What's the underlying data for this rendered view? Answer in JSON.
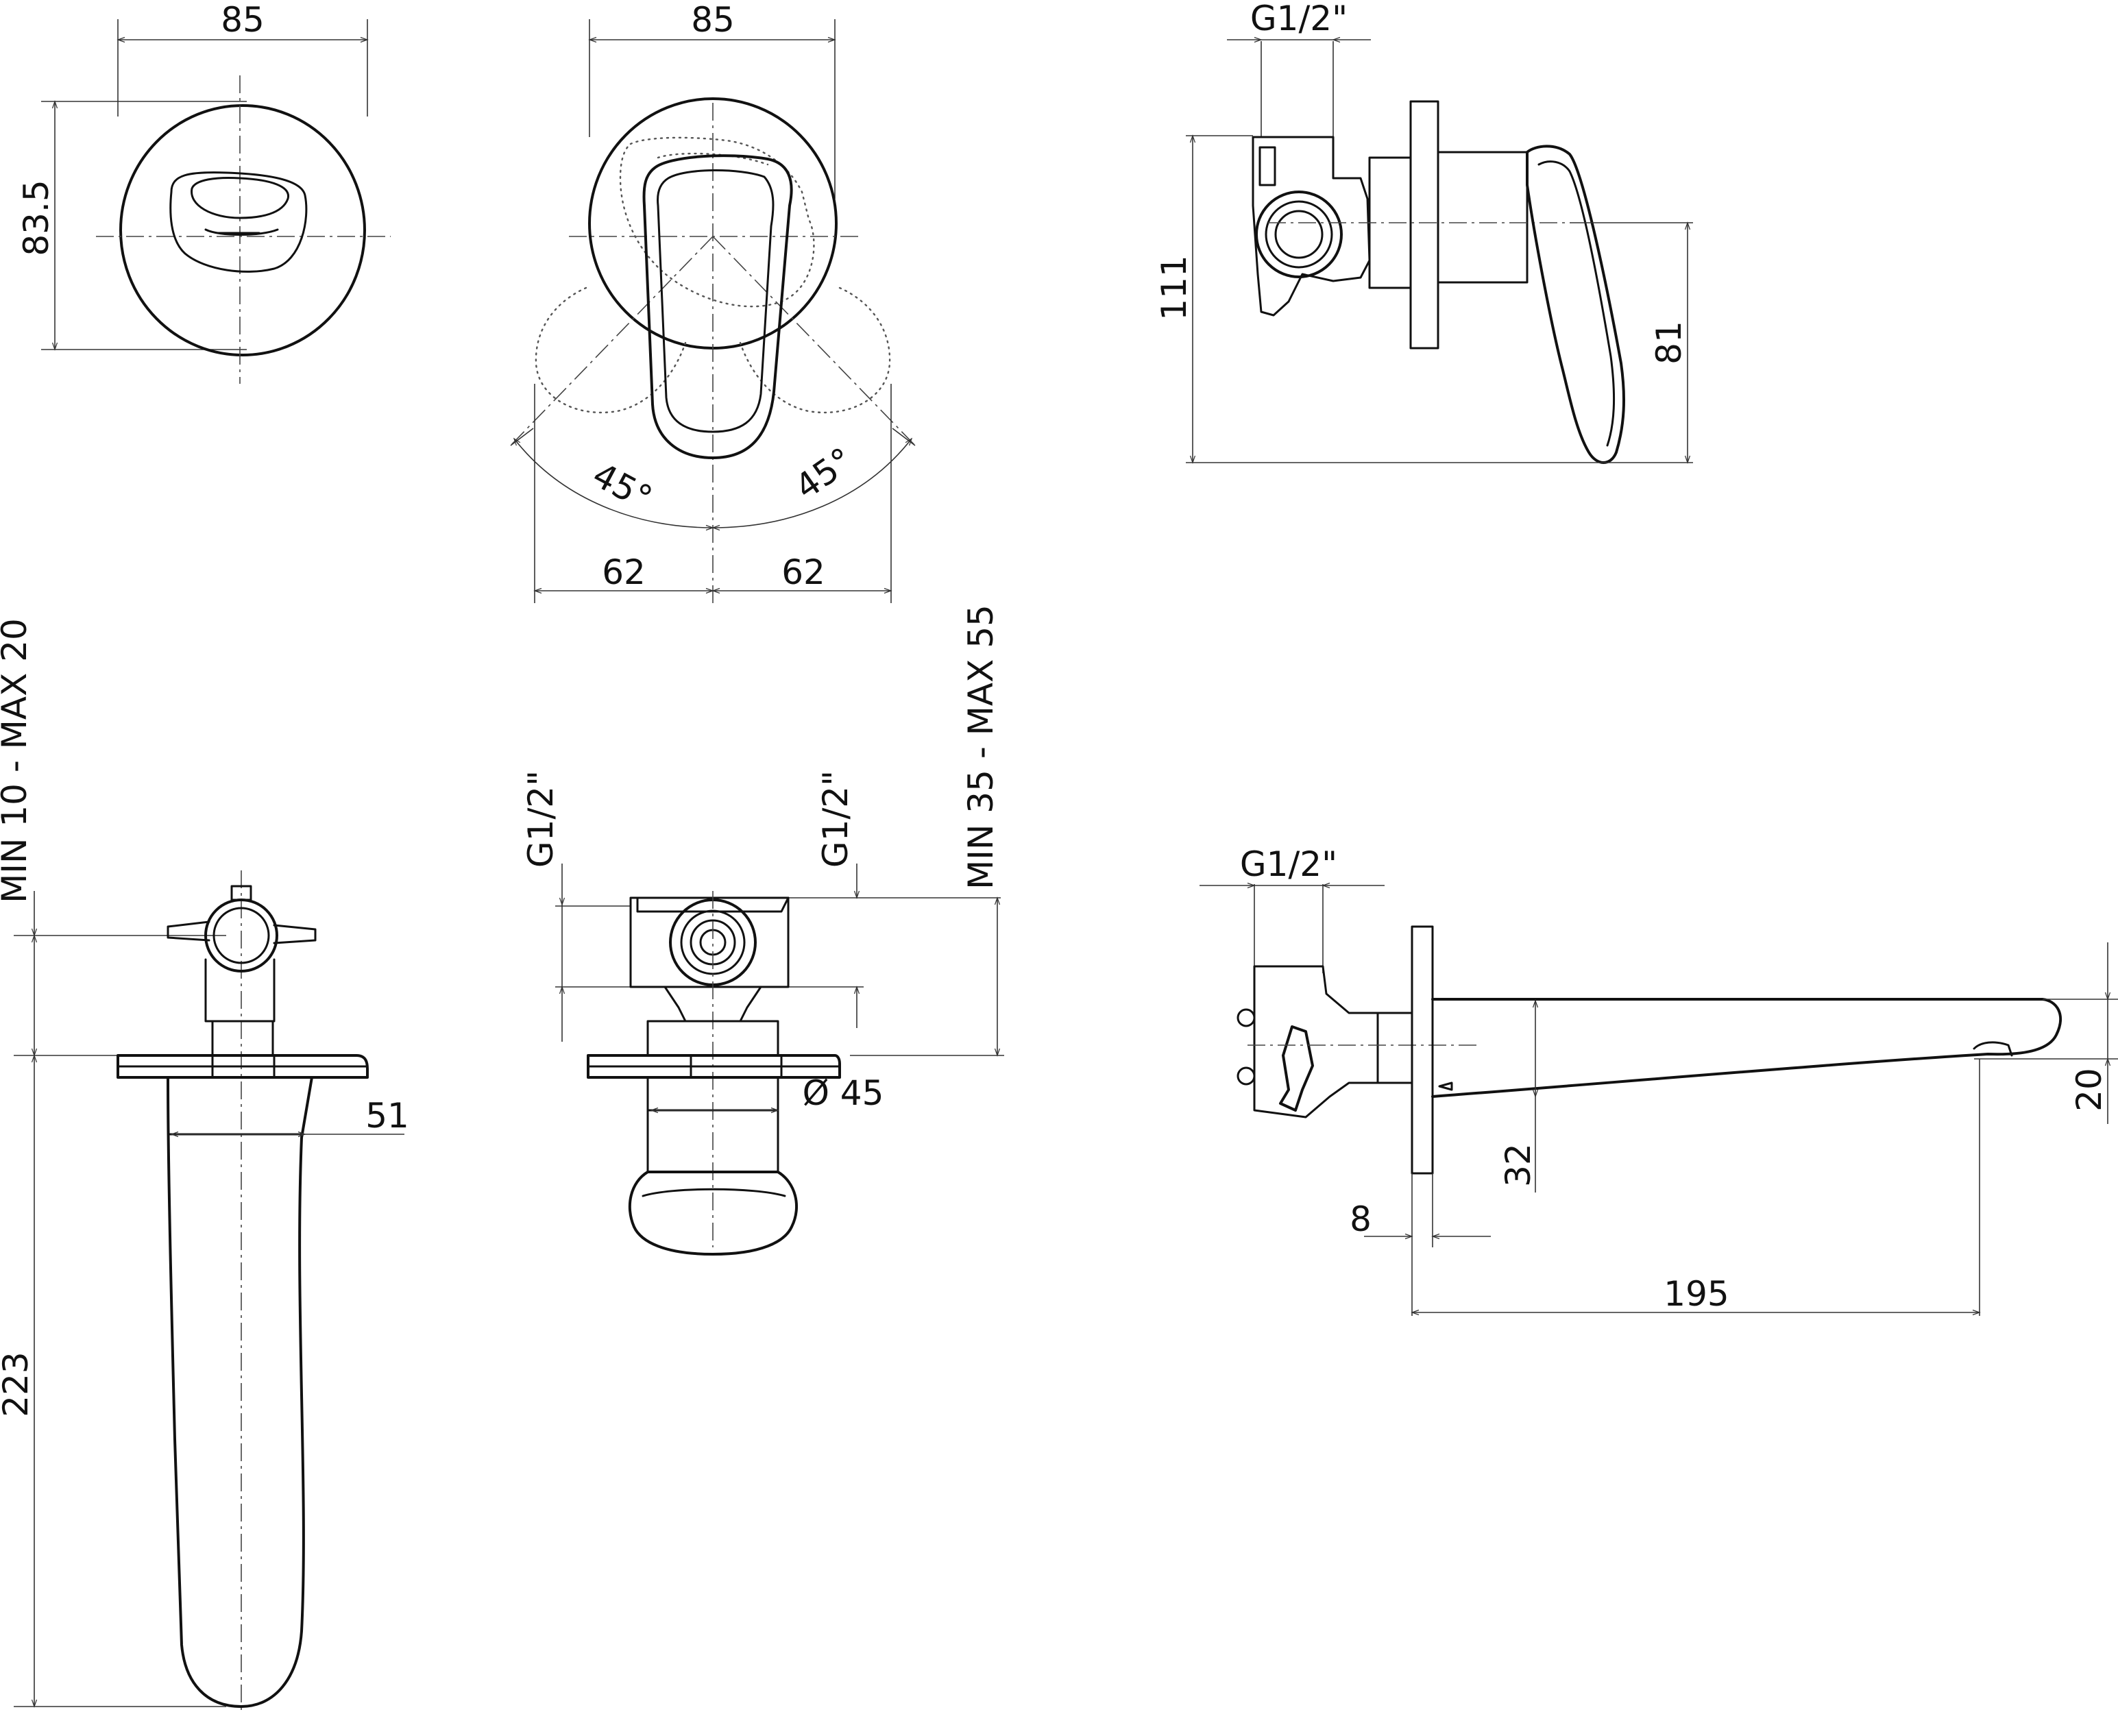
{
  "dimensions": {
    "front_width": "85",
    "front_height": "83.5",
    "rotation_width": "85",
    "angle_left": "45°",
    "angle_right": "45°",
    "swing_left": "62",
    "swing_right": "62",
    "side_thread_top": "G1/2\"",
    "side_height": "111",
    "side_handle_height": "81",
    "wall_depth_min_max": "MIN 10 - MAX 20",
    "spout_width": "51",
    "spout_length": "223",
    "body_thread_left": "G1/2\"",
    "body_thread_right": "G1/2\"",
    "body_depth_min_max": "MIN 35 - MAX 55",
    "body_diameter": "Ø 45",
    "spout_thread": "G1/2\"",
    "spout_drop": "20",
    "spout_outlet_height": "32",
    "plate_thickness": "8",
    "spout_projection": "195"
  }
}
